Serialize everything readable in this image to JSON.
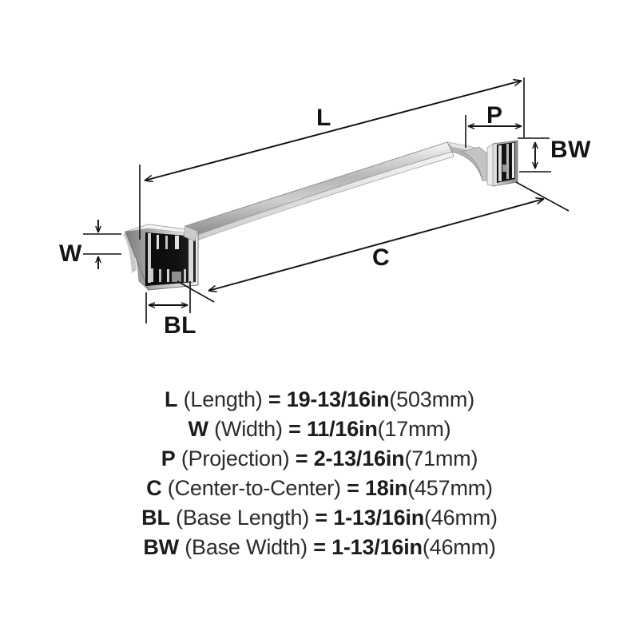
{
  "product": {
    "type": "towel-bar",
    "finish_color": "#c9c9c9"
  },
  "diagram": {
    "callouts": [
      {
        "key": "L",
        "letter": "L"
      },
      {
        "key": "W",
        "letter": "W"
      },
      {
        "key": "P",
        "letter": "P"
      },
      {
        "key": "C",
        "letter": "C"
      },
      {
        "key": "BL",
        "letter": "BL"
      },
      {
        "key": "BW",
        "letter": "BW"
      }
    ]
  },
  "specs": [
    {
      "code": "L",
      "name": "(Length)",
      "equals": "=",
      "value": "19-13/16in",
      "metric": "(503mm)"
    },
    {
      "code": "W",
      "name": "(Width)",
      "equals": "=",
      "value": "11/16in",
      "metric": "(17mm)"
    },
    {
      "code": "P",
      "name": "(Projection)",
      "equals": "=",
      "value": "2-13/16in",
      "metric": "(71mm)"
    },
    {
      "code": "C",
      "name": "(Center-to-Center)",
      "equals": "=",
      "value": "18in",
      "metric": "(457mm)"
    },
    {
      "code": "BL",
      "name": "(Base Length)",
      "equals": "=",
      "value": "1-13/16in",
      "metric": "(46mm)"
    },
    {
      "code": "BW",
      "name": "(Base Width)",
      "equals": "=",
      "value": "1-13/16in",
      "metric": "(46mm)"
    }
  ]
}
